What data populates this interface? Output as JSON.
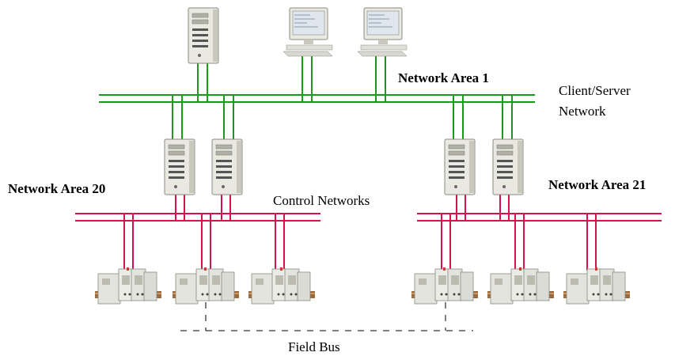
{
  "labels": {
    "network_area_1": "Network Area 1",
    "client_server_network": [
      "Client/Server",
      "Network"
    ],
    "network_area_20": "Network Area 20",
    "network_area_21": "Network Area 21",
    "control_networks": "Control Networks",
    "field_bus": "Field Bus"
  },
  "colors": {
    "client_server_bus": "#1a9a1a",
    "control_bus": "#d2144a",
    "field_bus": "#000000",
    "tower": "#e9e9e2",
    "tower_shadow": "#b8b8ac",
    "monitor_screen": "#dfe6ee",
    "controller_body": "#e4e4de",
    "din_rail": "#9a6a3a"
  },
  "icons": {
    "server": "server-tower-icon",
    "workstation": "workstation-icon",
    "controller": "plc-controller-icon"
  }
}
